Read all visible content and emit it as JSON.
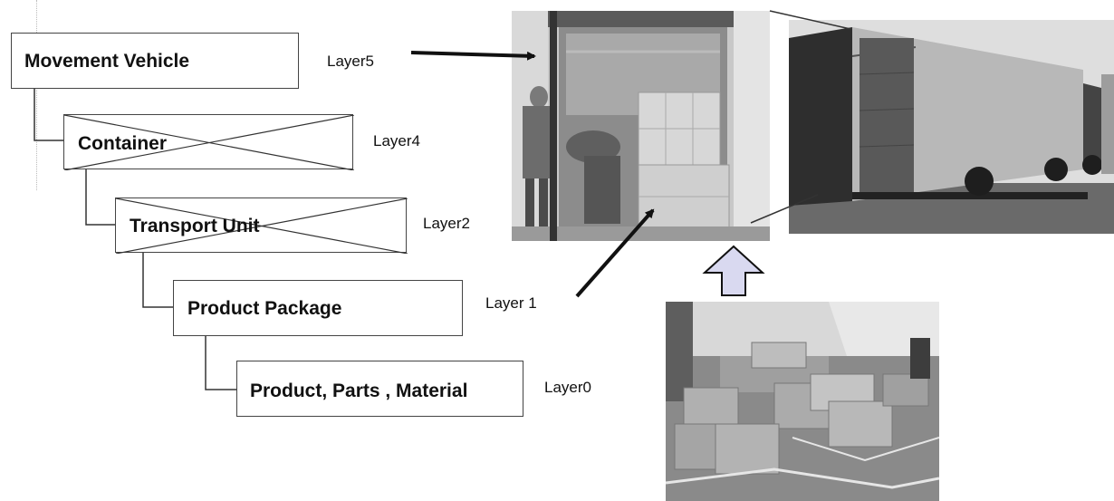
{
  "hierarchy": [
    {
      "label": "Movement Vehicle",
      "layer": "Layer5",
      "crossed": false
    },
    {
      "label": "Container",
      "layer": "Layer4",
      "crossed": true
    },
    {
      "label": "Transport Unit",
      "layer": "Layer2",
      "crossed": true
    },
    {
      "label": "Product Package",
      "layer": "Layer 1",
      "crossed": false
    },
    {
      "label": "Product, Parts , Material",
      "layer": "Layer0",
      "crossed": false
    }
  ],
  "photos": [
    {
      "subject": "workers loading cartons into truck doorway"
    },
    {
      "subject": "box truck trailer side view"
    },
    {
      "subject": "warehouse floor with palletized cartons"
    }
  ],
  "colors": {
    "up_arrow_fill": "#d9d9f0",
    "box_border": "#444444"
  }
}
